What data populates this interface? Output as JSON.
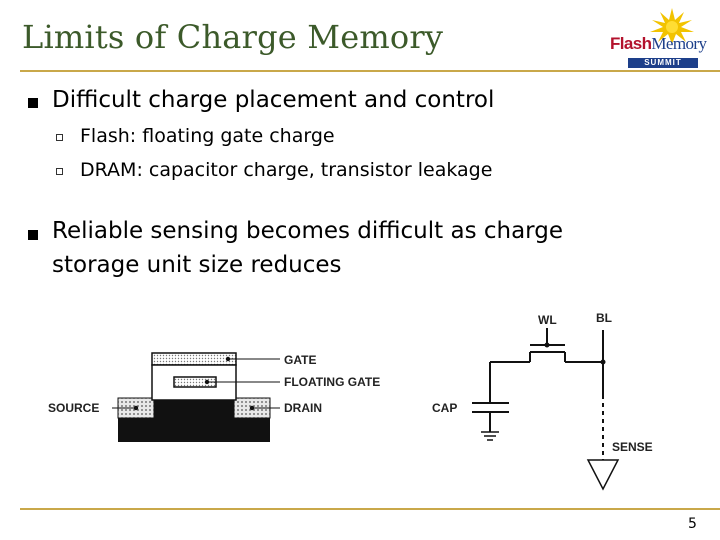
{
  "title": "Limits of Charge Memory",
  "logo": {
    "brand_a": "Flash",
    "brand_b": "Memory",
    "sub": "SUMMIT"
  },
  "bullets": [
    {
      "text": "Difficult charge placement and control",
      "sub": [
        "Flash: floating gate charge",
        "DRAM: capacitor charge, transistor leakage"
      ]
    },
    {
      "text_line1": "Reliable sensing becomes difficult as charge",
      "text_line2": "storage unit size reduces"
    }
  ],
  "flash_cell": {
    "gate": "GATE",
    "floating_gate": "FLOATING GATE",
    "source": "SOURCE",
    "drain": "DRAIN"
  },
  "dram_cell": {
    "wl": "WL",
    "bl": "BL",
    "cap": "CAP",
    "sense": "SENSE"
  },
  "page_number": "5",
  "colors": {
    "title": "#3c5a2a",
    "rule": "#c9a84a",
    "logo_red": "#b3122d",
    "logo_blue": "#1d3f8a"
  }
}
